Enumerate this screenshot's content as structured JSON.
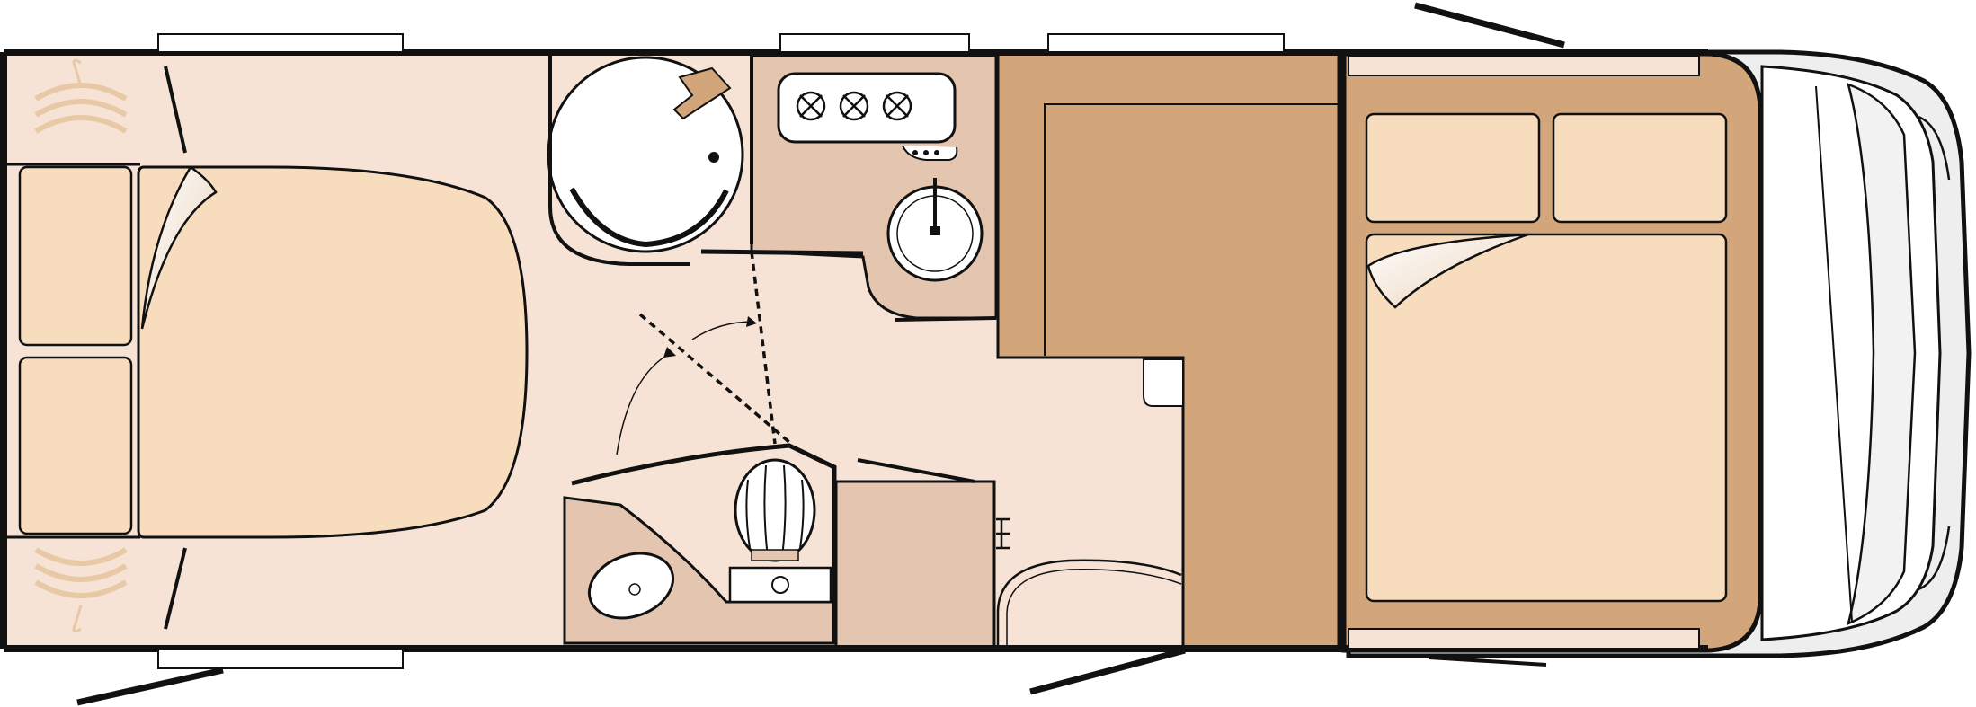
{
  "diagram": {
    "type": "motorhome-floor-plan",
    "colors": {
      "floor": "#f6e3d5",
      "cushion": "#f5d9b9",
      "cushion_fill": "#f8dcbe",
      "wet_room": "#e3c5b0",
      "furniture": "#d3a57a",
      "outline": "#111111",
      "cab": "#eeeeee",
      "white": "#ffffff"
    },
    "areas": [
      {
        "id": "rear-bed",
        "kind": "island-bed"
      },
      {
        "id": "washroom",
        "kind": "shower"
      },
      {
        "id": "kitchen",
        "kind": "kitchen"
      },
      {
        "id": "wardrobe",
        "kind": "wardrobe"
      },
      {
        "id": "toilet-room",
        "kind": "toilet"
      },
      {
        "id": "drop-down-bed",
        "kind": "bed"
      },
      {
        "id": "driver-cab",
        "kind": "cab"
      }
    ],
    "icons": [
      "hanger-icon",
      "hob-burner-icon",
      "sink-icon",
      "shower-tray-icon",
      "toilet-icon",
      "door-swing-icon"
    ]
  }
}
